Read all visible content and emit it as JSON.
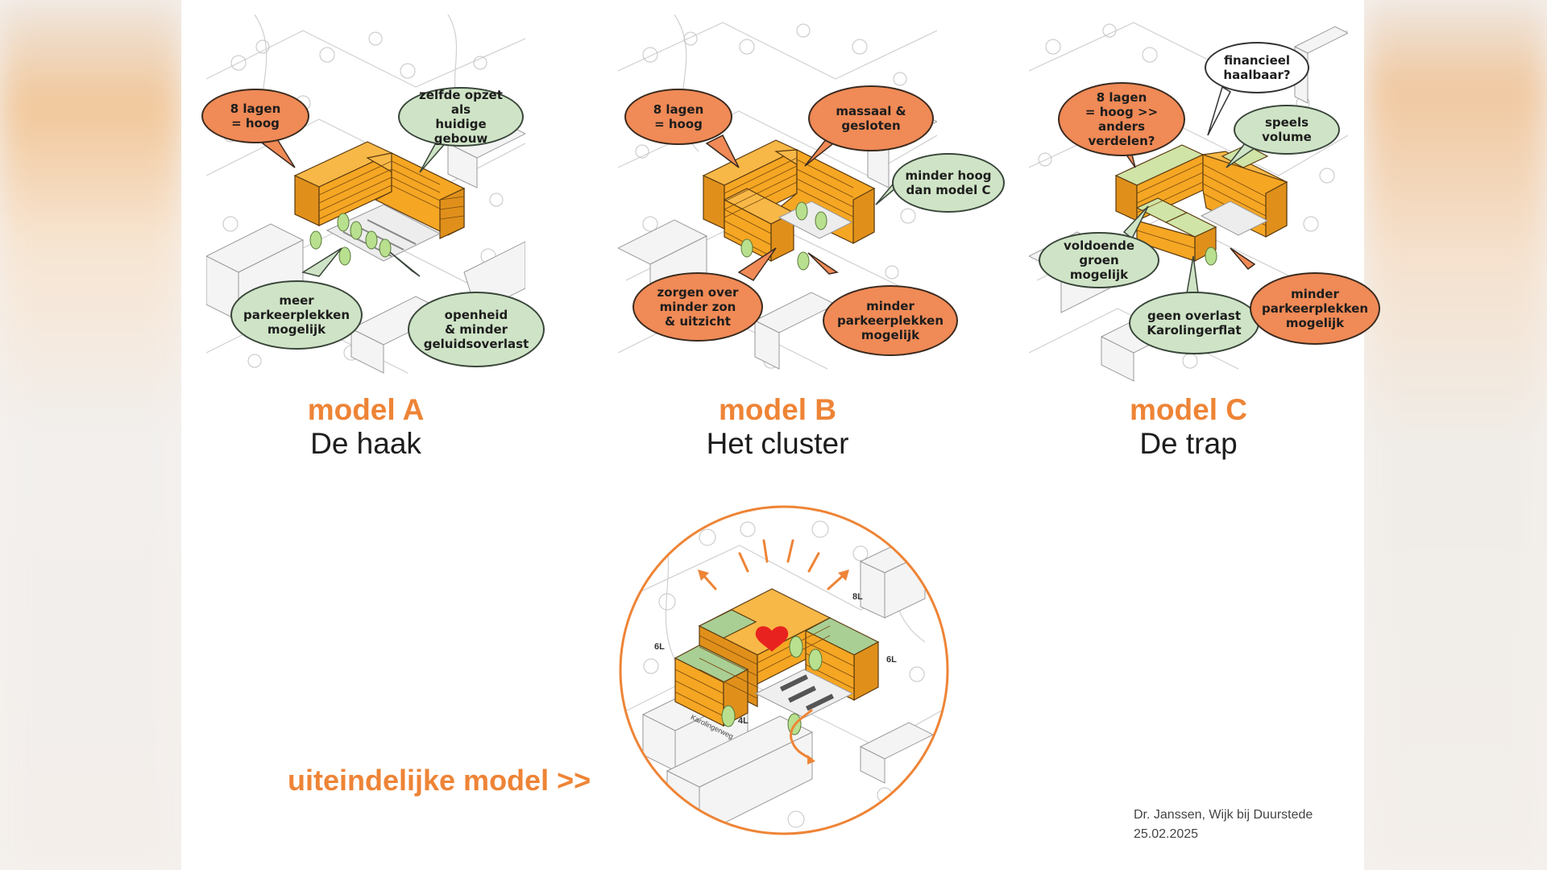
{
  "models": [
    {
      "label": "model A",
      "name": "De haak",
      "bubbles": {
        "b1": "8 lagen\n= hoog",
        "b2": "zelfde opzet als\nhuidige gebouw",
        "b3": "meer\nparkeerplekken\nmogelijk",
        "b4": "openheid\n& minder\ngeluidsoverlast"
      }
    },
    {
      "label": "model B",
      "name": "Het cluster",
      "bubbles": {
        "b1": "8 lagen\n= hoog",
        "b2": "massaal &\ngesloten",
        "b3": "minder hoog\ndan model C",
        "b4": "zorgen over\nminder zon\n& uitzicht",
        "b5": "minder\nparkeerplekken\nmogelijk"
      }
    },
    {
      "label": "model C",
      "name": "De trap",
      "bubbles": {
        "b1": "financieel\nhaalbaar?",
        "b2": "8 lagen\n= hoog >> anders\nverdelen?",
        "b3": "speels volume",
        "b4": "voldoende groen\nmogelijk",
        "b5": "geen overlast\nKarolingerflat",
        "b6": "minder\nparkeerplekken\nmogelijk"
      }
    }
  ],
  "final": {
    "label": "uiteindelijke model >>",
    "floor_labels": {
      "l8": "8L",
      "l6a": "6L",
      "l6b": "6L",
      "l4": "4L"
    },
    "street": "Karolingerweg"
  },
  "footer": {
    "author": "Dr. Janssen, Wijk bij Duurstede",
    "date": "25.02.2025"
  },
  "colors": {
    "accent": "#ee8436",
    "building": "#f5a623",
    "bubble_orange": "#f08a56",
    "bubble_green": "#cfe4c6",
    "heart": "#e8231f"
  }
}
